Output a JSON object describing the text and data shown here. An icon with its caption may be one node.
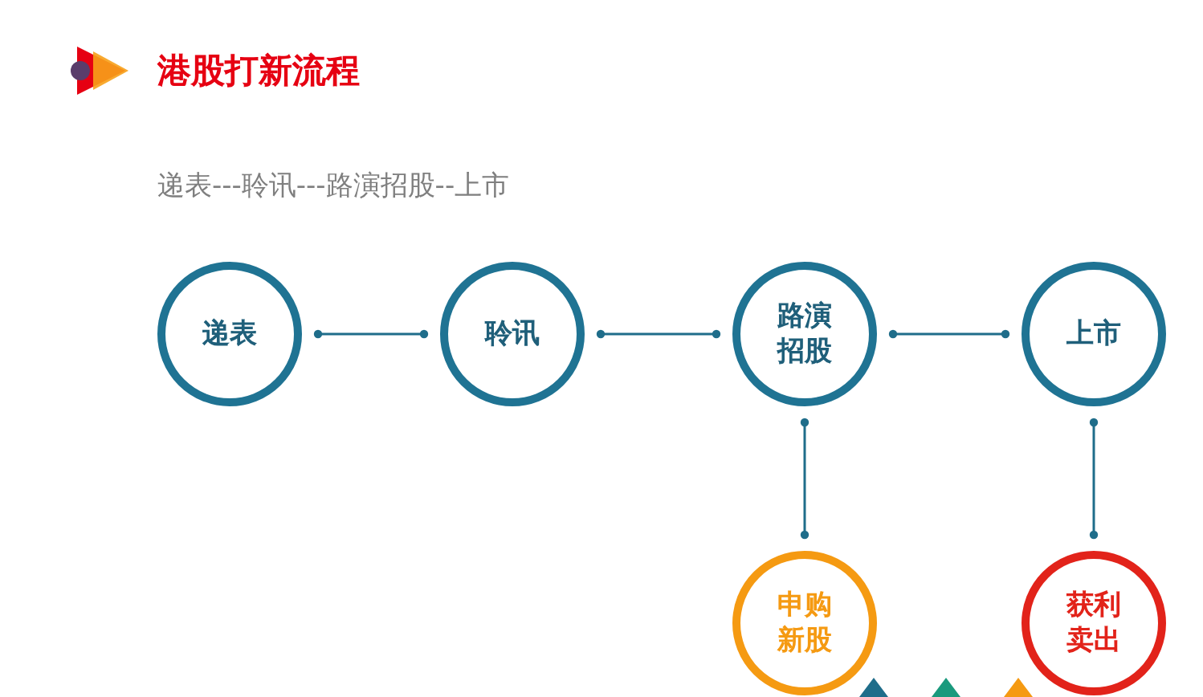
{
  "diagram": {
    "title": "港股打新流程",
    "nodes": [
      {
        "text": [
          "递表"
        ]
      },
      {
        "text": [
          "聆讯"
        ]
      },
      {
        "text": [
          "路演招股"
        ]
      },
      {
        "text": [
          "上市"
        ]
      },
      {
        "text": [
          "申购新股"
        ]
      },
      {
        "text": [
          "获利卖出"
        ]
      }
    ],
    "edges": [
      {
        "from": 0,
        "to": 1,
        "arrow": "other"
      },
      {
        "from": 1,
        "to": 2,
        "arrow": "other"
      },
      {
        "from": 2,
        "to": 3,
        "arrow": "other"
      },
      {
        "from": 2,
        "to": 4,
        "arrow": "other"
      },
      {
        "from": 3,
        "to": 5,
        "arrow": "other"
      }
    ],
    "labels": [
      "递表---聆讯---路演招股--上市"
    ]
  }
}
